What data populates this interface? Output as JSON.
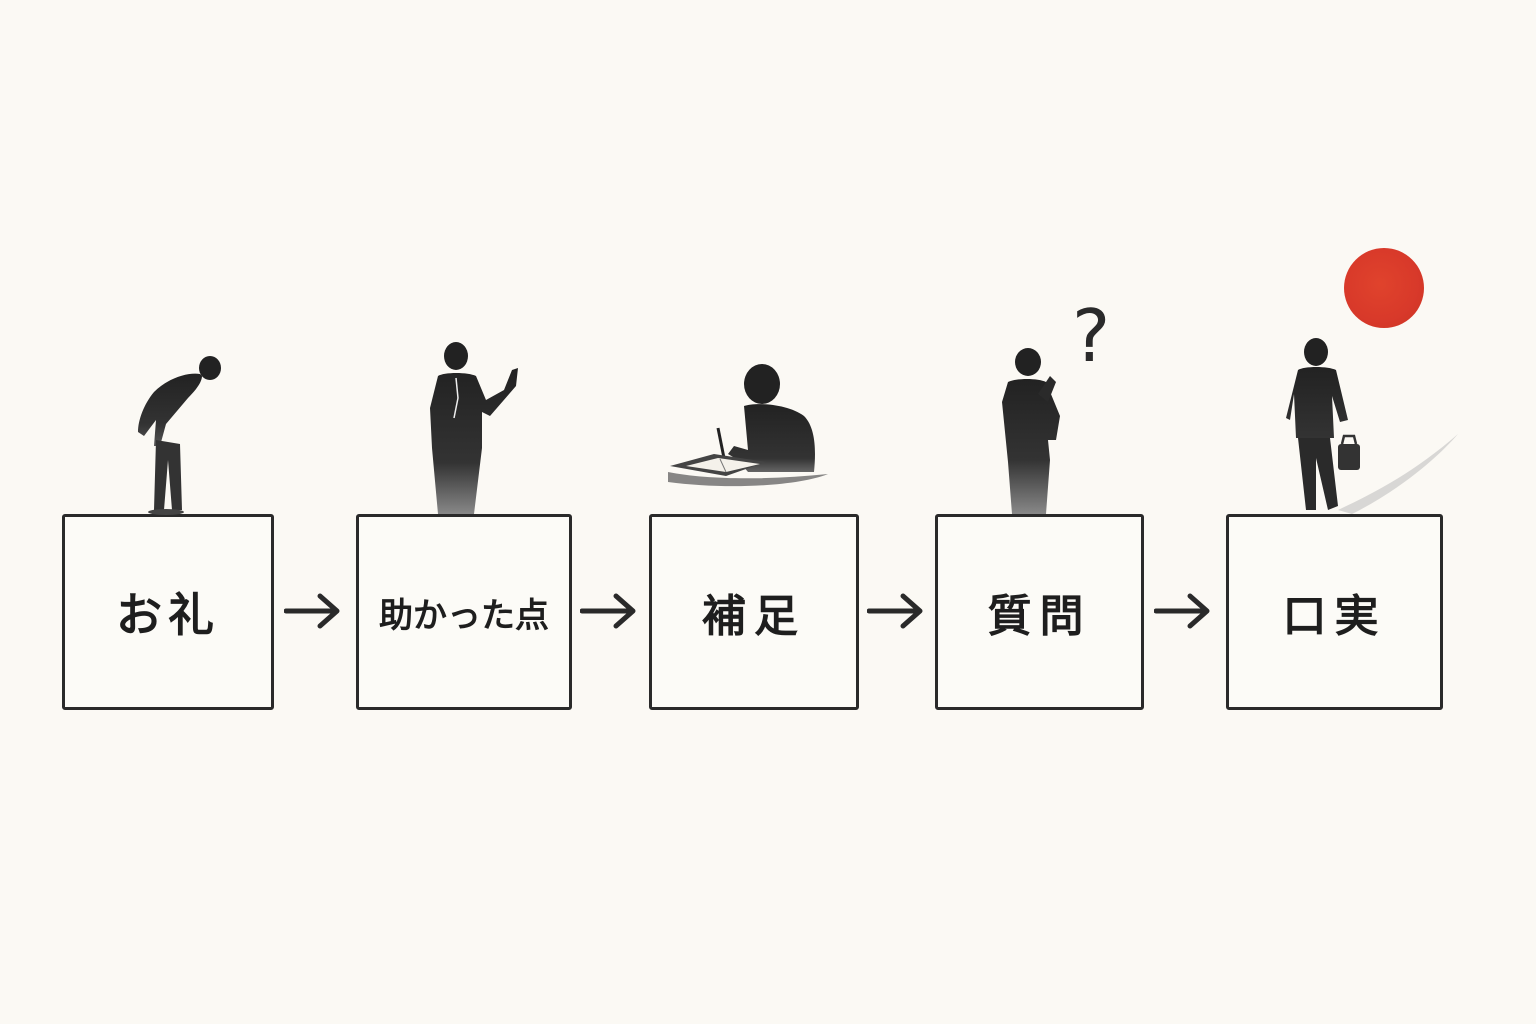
{
  "steps": [
    {
      "label": "お礼",
      "icon": "bowing-man-icon"
    },
    {
      "label": "助かった点",
      "icon": "pointing-man-icon"
    },
    {
      "label": "補足",
      "icon": "writing-man-icon"
    },
    {
      "label": "質問",
      "icon": "thinking-man-icon"
    },
    {
      "label": "口実",
      "icon": "walking-man-icon"
    }
  ],
  "question_mark": "?",
  "colors": {
    "background": "#fbf9f4",
    "ink": "#2a2a2a",
    "sun": "#d8392a"
  }
}
